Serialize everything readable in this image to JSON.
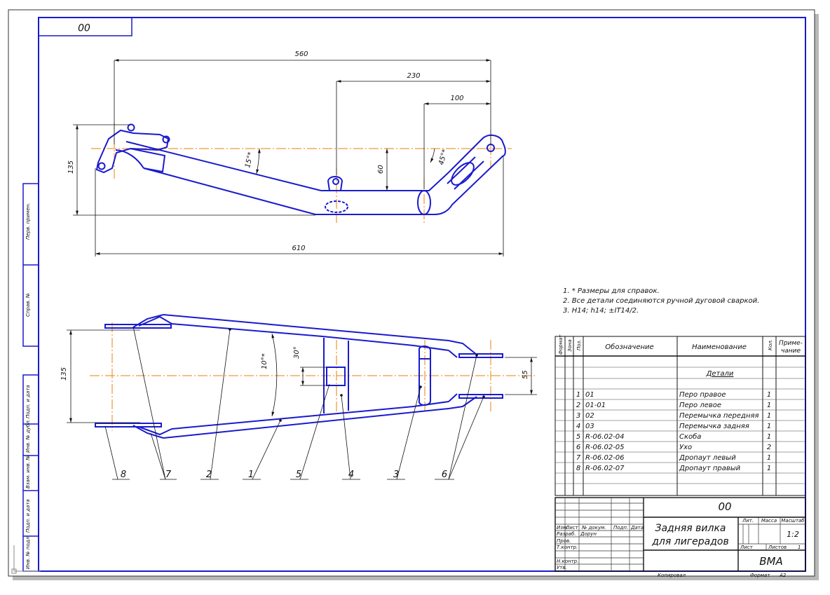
{
  "title_block": {
    "code_top": "00",
    "code_main": "00",
    "title_line1": "Задняя вилка",
    "title_line2": "для лигерадов",
    "company": "ВМА",
    "headers": {
      "lit": "Лит.",
      "mass": "Масса",
      "scale": "Масштаб",
      "sheet": "Лист",
      "sheets": "Листов",
      "sheets_value": "1"
    },
    "scale_value": "1:2",
    "rev_headers": [
      "Изм.",
      "Лист",
      "№ докум.",
      "Подп.",
      "Дата"
    ],
    "roles": [
      "Разраб.",
      "Пров.",
      "Т.контр.",
      "Н.контр.",
      "Утв."
    ],
    "designer": "Дорун",
    "copied_label": "Копировал",
    "format_label": "Формат",
    "format_value": "A2"
  },
  "notes": [
    "1. * Размеры для справок.",
    "2. Все детали соединяются ручной дуговой сваркой.",
    "3. H14; h14; ±IT14/2."
  ],
  "spec": {
    "headers": [
      "Формат",
      "Зона",
      "Поз.",
      "Обозначение",
      "Наименование",
      "Кол.",
      "Приме-",
      "чание"
    ],
    "section": "Детали",
    "rows": [
      {
        "pos": "1",
        "code": "01",
        "name": "Перо правое",
        "qty": "1"
      },
      {
        "pos": "2",
        "code": "01-01",
        "name": "Перо левое",
        "qty": "1"
      },
      {
        "pos": "3",
        "code": "02",
        "name": "Перемычка передняя",
        "qty": "1"
      },
      {
        "pos": "4",
        "code": "03",
        "name": "Перемычка задняя",
        "qty": "1"
      },
      {
        "pos": "5",
        "code": "R-06.02-04",
        "name": "Скоба",
        "qty": "1"
      },
      {
        "pos": "6",
        "code": "R-06.02-05",
        "name": "Ухо",
        "qty": "2"
      },
      {
        "pos": "7",
        "code": "R-06.02-06",
        "name": "Дропаут левый",
        "qty": "1"
      },
      {
        "pos": "8",
        "code": "R-06.02-07",
        "name": "Дропаут правый",
        "qty": "1"
      }
    ]
  },
  "dimensions": {
    "d560": "560",
    "d230": "230",
    "d100": "100",
    "d610": "610",
    "d135_side": "135",
    "d60": "60",
    "a15": "15°*",
    "a45": "45°*",
    "d135_plan": "135",
    "a10": "10°*",
    "d30": "30°",
    "d55": "55"
  },
  "balloons": [
    "8",
    "7",
    "2",
    "1",
    "5",
    "4",
    "3",
    "6"
  ],
  "side_stamps": [
    "Перв. примен.",
    "Справ. №",
    "Подп. и дата",
    "Инв. № дубл.",
    "Взам. инв. №",
    "Подп. и дата",
    "Инв. № подл."
  ],
  "colors": {
    "part": "#1a1ad0",
    "axis": "#e8820e",
    "frame": "#1a1acc",
    "line": "#111111",
    "background": "#ffffff"
  }
}
